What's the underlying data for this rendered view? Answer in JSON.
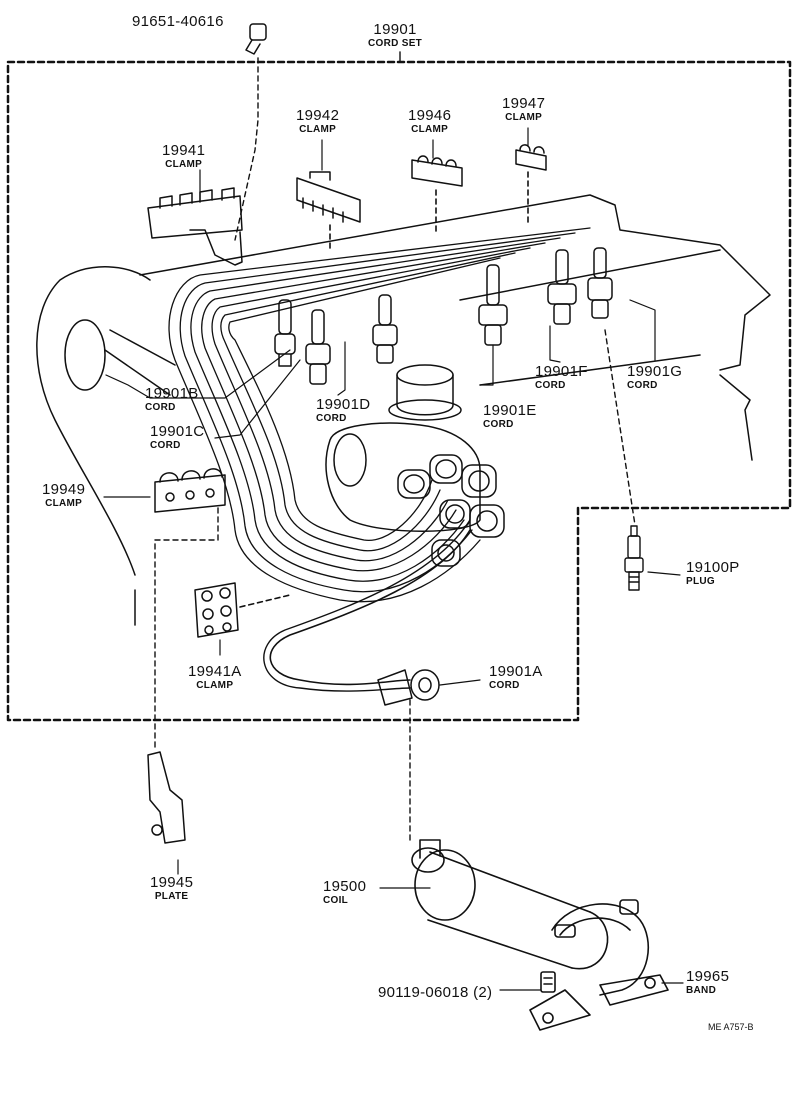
{
  "diagram": {
    "reference_code": "ME A757-B",
    "parts": {
      "cord_set": {
        "number": "19901",
        "name": "CORD SET"
      },
      "bolt_top": {
        "number": "91651-40616"
      },
      "clamp_19941": {
        "number": "19941",
        "name": "CLAMP"
      },
      "clamp_19942": {
        "number": "19942",
        "name": "CLAMP"
      },
      "clamp_19946": {
        "number": "19946",
        "name": "CLAMP"
      },
      "clamp_19947": {
        "number": "19947",
        "name": "CLAMP"
      },
      "cord_b": {
        "number": "19901B",
        "name": "CORD"
      },
      "cord_c": {
        "number": "19901C",
        "name": "CORD"
      },
      "cord_d": {
        "number": "19901D",
        "name": "CORD"
      },
      "cord_e": {
        "number": "19901E",
        "name": "CORD"
      },
      "cord_f": {
        "number": "19901F",
        "name": "CORD"
      },
      "cord_g": {
        "number": "19901G",
        "name": "CORD"
      },
      "clamp_19949": {
        "number": "19949",
        "name": "CLAMP"
      },
      "clamp_19941a": {
        "number": "19941A",
        "name": "CLAMP"
      },
      "cord_a": {
        "number": "19901A",
        "name": "CORD"
      },
      "plug": {
        "number": "19100P",
        "name": "PLUG"
      },
      "plate": {
        "number": "19945",
        "name": "PLATE"
      },
      "coil": {
        "number": "19500",
        "name": "COIL"
      },
      "bolt_coil": {
        "number": "90119-06018 (2)"
      },
      "band": {
        "number": "19965",
        "name": "BAND"
      }
    }
  }
}
